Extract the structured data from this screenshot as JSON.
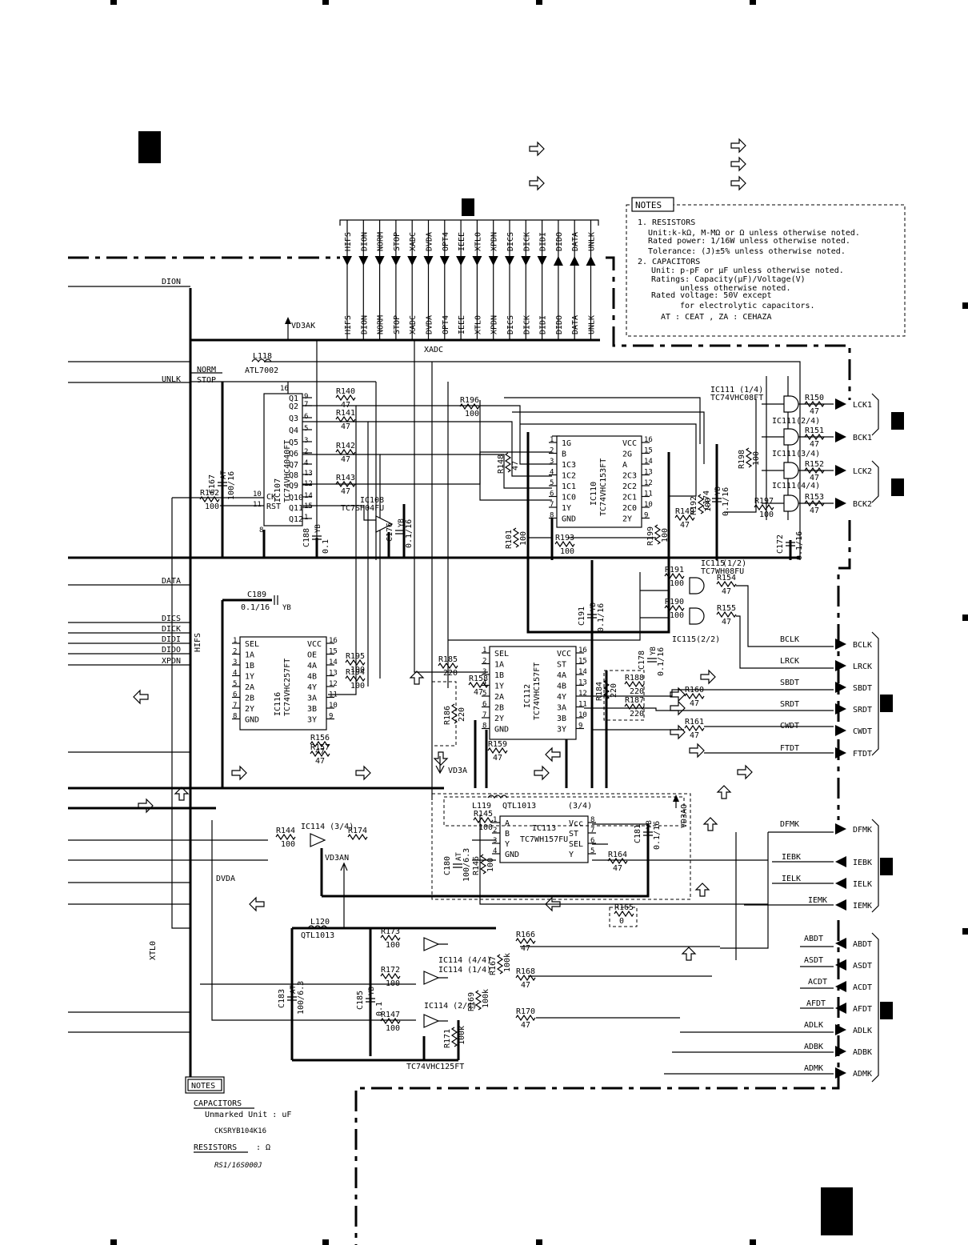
{
  "notes_top": {
    "title": "NOTES",
    "lines": [
      "1. RESISTORS",
      "Unit:k-kΩ, M-MΩ or Ω unless otherwise noted.",
      "Rated power: 1/16W unless otherwise noted.",
      "Tolerance: (J)±5% unless otherwise noted.",
      "2. CAPACITORS",
      "Unit: p-pF or μF unless otherwise noted.",
      "Ratings: Capacity(μF)/Voltage(V)",
      "unless otherwise noted.",
      "Rated voltage: 50V except",
      "for electrolytic capacitors.",
      "AT : CEAT , ZA : CEHAZA"
    ]
  },
  "notes_bottom": {
    "title": "NOTES",
    "capacitors": "CAPACITORS",
    "cap_unit": "Unmarked Unit : uF",
    "cap_part": "CKSRYB104K16",
    "resistors": "RESISTORS",
    "res_unit": ": Ω",
    "res_part": "RS1/16S000J"
  },
  "top_connector": [
    "HIFS",
    "DION",
    "NORM",
    "STOP",
    "XADC",
    "DVDA",
    "OPT4",
    "IEEE",
    "XTL0",
    "XPDN",
    "DICS",
    "DICK",
    "DIDI",
    "DIDO",
    "DATA",
    "UNLK"
  ],
  "top_connector_dir": [
    "in",
    "in",
    "in",
    "in",
    "in",
    "in",
    "in",
    "in",
    "in",
    "in",
    "in",
    "in",
    "in",
    "out",
    "out",
    "out"
  ],
  "left_signals": [
    "DION",
    "NORM",
    "UNLK",
    "STOP",
    "DATA",
    "DICS",
    "DICK",
    "DIDI",
    "DIDO",
    "XPDN",
    "DVDA",
    "XTL0",
    "HIFS",
    "XADC"
  ],
  "power": [
    "VD3AK",
    "VD3A",
    "VD3AN",
    "VD3AO"
  ],
  "ics": {
    "ic107": {
      "ref": "IC107",
      "part": "TC74VHC4040FT",
      "pins": [
        "Q1",
        "Q2",
        "Q3",
        "Q4",
        "Q5",
        "Q6",
        "Q7",
        "Q8",
        "Q9",
        "Q10",
        "Q11",
        "Q12",
        "CK",
        "RST"
      ],
      "nums": [
        "9",
        "7",
        "6",
        "5",
        "3",
        "2",
        "4",
        "13",
        "12",
        "14",
        "15",
        "1",
        "10",
        "11"
      ]
    },
    "ic116": {
      "ref": "IC116",
      "part": "TC74VHC257FT",
      "left": [
        "SEL",
        "1A",
        "1B",
        "1Y",
        "2A",
        "2B",
        "2Y",
        "GND"
      ],
      "right": [
        "VCC",
        "OE",
        "4A",
        "4B",
        "4Y",
        "3A",
        "3B",
        "3Y"
      ],
      "ln": [
        "1",
        "2",
        "3",
        "4",
        "5",
        "6",
        "7",
        "8"
      ],
      "rn": [
        "16",
        "15",
        "14",
        "13",
        "12",
        "11",
        "10",
        "9"
      ]
    },
    "ic110": {
      "ref": "IC110",
      "part": "TC74VHC153FT",
      "left": [
        "1G",
        "B",
        "1C3",
        "1C2",
        "1C1",
        "1C0",
        "1Y",
        "GND"
      ],
      "right": [
        "VCC",
        "2G",
        "A",
        "2C3",
        "2C2",
        "2C1",
        "2C0",
        "2Y"
      ],
      "ln": [
        "1",
        "2",
        "3",
        "4",
        "5",
        "6",
        "7",
        "8"
      ],
      "rn": [
        "16",
        "15",
        "14",
        "13",
        "12",
        "11",
        "10",
        "9"
      ]
    },
    "ic112": {
      "ref": "IC112",
      "part": "TC74VHC157FT",
      "left": [
        "SEL",
        "1A",
        "1B",
        "1Y",
        "2A",
        "2B",
        "2Y",
        "GND"
      ],
      "right": [
        "VCC",
        "ST",
        "4A",
        "4B",
        "4Y",
        "3A",
        "3B",
        "3Y"
      ],
      "ln": [
        "1",
        "2",
        "3",
        "4",
        "5",
        "6",
        "7",
        "8"
      ],
      "rn": [
        "16",
        "15",
        "14",
        "13",
        "12",
        "11",
        "10",
        "9"
      ]
    },
    "ic113": {
      "ref": "IC113",
      "part": "TC7WH157FU",
      "left": [
        "A",
        "B",
        "Y",
        "GND"
      ],
      "right": [
        "Vcc",
        "ST",
        "SEL",
        "Y"
      ],
      "ln": [
        "1",
        "2",
        "3",
        "4"
      ],
      "rn": [
        "8",
        "7",
        "6",
        "5"
      ]
    },
    "ic108": {
      "ref": "IC108",
      "part": "TC7SH04FU"
    },
    "ic111": {
      "ref": "IC111 (1/4)",
      "part": "TC74VHC08FT",
      "units": [
        "IC111(2/4)",
        "IC111(3/4)",
        "IC111(4/4)"
      ]
    },
    "ic115": {
      "ref": "IC115",
      "units": [
        "(1/2)",
        "IC115(2/2)"
      ],
      "part": "TC7WH08FU"
    },
    "ic114": {
      "units": [
        "IC114 (3/4)",
        "IC114 (4/4)",
        "IC114 (1/4)",
        "IC114 (2/4)"
      ],
      "part": "TC74VHC125FT"
    }
  },
  "components": {
    "L118": {
      "ref": "L118",
      "part": "ATL7002"
    },
    "L119": {
      "ref": "L119",
      "part": "QTL1013"
    },
    "L120": {
      "ref": "L120",
      "part": "QTL1013"
    },
    "C167": {
      "ref": "C167",
      "val": "100/16",
      "type": "AT"
    },
    "C188": {
      "ref": "C188",
      "val": "0.1",
      "type": "YB"
    },
    "C176": {
      "ref": "C176",
      "val": "0.1/16",
      "type": "YB"
    },
    "C189": {
      "ref": "C189",
      "val": "0.1/16",
      "type": "YB"
    },
    "C174": {
      "ref": "C174",
      "val": "0.1/16",
      "type": "YB"
    },
    "C172": {
      "ref": "C172",
      "val": "0.1/16"
    },
    "C191": {
      "ref": "C191",
      "val": "0.1/16",
      "type": "YB"
    },
    "C178": {
      "ref": "C178",
      "val": "0.1/16",
      "type": "YB"
    },
    "C180": {
      "ref": "C180",
      "val": "100/6.3",
      "type": "AT"
    },
    "C181": {
      "ref": "C181",
      "val": "0.1/16",
      "type": "YB"
    },
    "C183": {
      "ref": "C183",
      "val": "100/6.3",
      "type": "AT"
    },
    "C185": {
      "ref": "C185",
      "val": "0.1",
      "type": "YB"
    },
    "resistors": [
      {
        "ref": "R140",
        "val": "47"
      },
      {
        "ref": "R141",
        "val": "47"
      },
      {
        "ref": "R142",
        "val": "47"
      },
      {
        "ref": "R143",
        "val": "47"
      },
      {
        "ref": "R162",
        "val": "100"
      },
      {
        "ref": "R196",
        "val": "100"
      },
      {
        "ref": "R148",
        "val": "47"
      },
      {
        "ref": "R149",
        "val": "47"
      },
      {
        "ref": "R192",
        "val": "100"
      },
      {
        "ref": "R193",
        "val": "100"
      },
      {
        "ref": "R101",
        "val": "100"
      },
      {
        "ref": "R199",
        "val": "100"
      },
      {
        "ref": "R150",
        "val": "47"
      },
      {
        "ref": "R151",
        "val": "47"
      },
      {
        "ref": "R152",
        "val": "47"
      },
      {
        "ref": "R153",
        "val": "47"
      },
      {
        "ref": "R198",
        "val": "100"
      },
      {
        "ref": "R197",
        "val": "100"
      },
      {
        "ref": "R191",
        "val": "100"
      },
      {
        "ref": "R190",
        "val": "100"
      },
      {
        "ref": "R154",
        "val": "47"
      },
      {
        "ref": "R155",
        "val": "47"
      },
      {
        "ref": "R195",
        "val": "100"
      },
      {
        "ref": "R194",
        "val": "100"
      },
      {
        "ref": "R156",
        "val": "47"
      },
      {
        "ref": "R157",
        "val": "47"
      },
      {
        "ref": "R185",
        "val": "220"
      },
      {
        "ref": "R158",
        "val": "47"
      },
      {
        "ref": "R186",
        "val": "220"
      },
      {
        "ref": "R159",
        "val": "47"
      },
      {
        "ref": "R184",
        "val": "220"
      },
      {
        "ref": "R188",
        "val": "220"
      },
      {
        "ref": "R187",
        "val": "220"
      },
      {
        "ref": "R160",
        "val": "47"
      },
      {
        "ref": "R161",
        "val": "47"
      },
      {
        "ref": "R144",
        "val": "100"
      },
      {
        "ref": "R174",
        "val": ""
      },
      {
        "ref": "R145",
        "val": "100"
      },
      {
        "ref": "R146",
        "val": "100"
      },
      {
        "ref": "R164",
        "val": "47"
      },
      {
        "ref": "R165",
        "val": "0"
      },
      {
        "ref": "R173",
        "val": "100"
      },
      {
        "ref": "R172",
        "val": "100"
      },
      {
        "ref": "R147",
        "val": "100"
      },
      {
        "ref": "R166",
        "val": "47"
      },
      {
        "ref": "R167",
        "val": "100k"
      },
      {
        "ref": "R168",
        "val": "47"
      },
      {
        "ref": "R169",
        "val": "100k"
      },
      {
        "ref": "R170",
        "val": "47"
      },
      {
        "ref": "R171",
        "val": "100k"
      }
    ]
  },
  "right_outputs": [
    {
      "label": "LCK1",
      "dir": "out"
    },
    {
      "label": "BCK1",
      "dir": "out"
    },
    {
      "label": "LCK2",
      "dir": "out"
    },
    {
      "label": "BCK2",
      "dir": "out"
    },
    {
      "label": "BCLK",
      "dir": "out"
    },
    {
      "label": "LRCK",
      "dir": "out"
    },
    {
      "label": "SBDT",
      "dir": "out"
    },
    {
      "label": "SRDT",
      "dir": "out"
    },
    {
      "label": "CWDT",
      "dir": "out"
    },
    {
      "label": "FTDT",
      "dir": "out"
    },
    {
      "label": "DFMK",
      "dir": "out"
    },
    {
      "label": "IEBK",
      "dir": "in"
    },
    {
      "label": "IELK",
      "dir": "in"
    },
    {
      "label": "IEMK",
      "dir": "in"
    },
    {
      "label": "ABDT",
      "dir": "in"
    },
    {
      "label": "ASDT",
      "dir": "in"
    },
    {
      "label": "ACDT",
      "dir": "in"
    },
    {
      "label": "AFDT",
      "dir": "in"
    },
    {
      "label": "ADLK",
      "dir": "out"
    },
    {
      "label": "ADBK",
      "dir": "out"
    },
    {
      "label": "ADMK",
      "dir": "out"
    }
  ],
  "sub_block": {
    "label": "(3/4)"
  }
}
